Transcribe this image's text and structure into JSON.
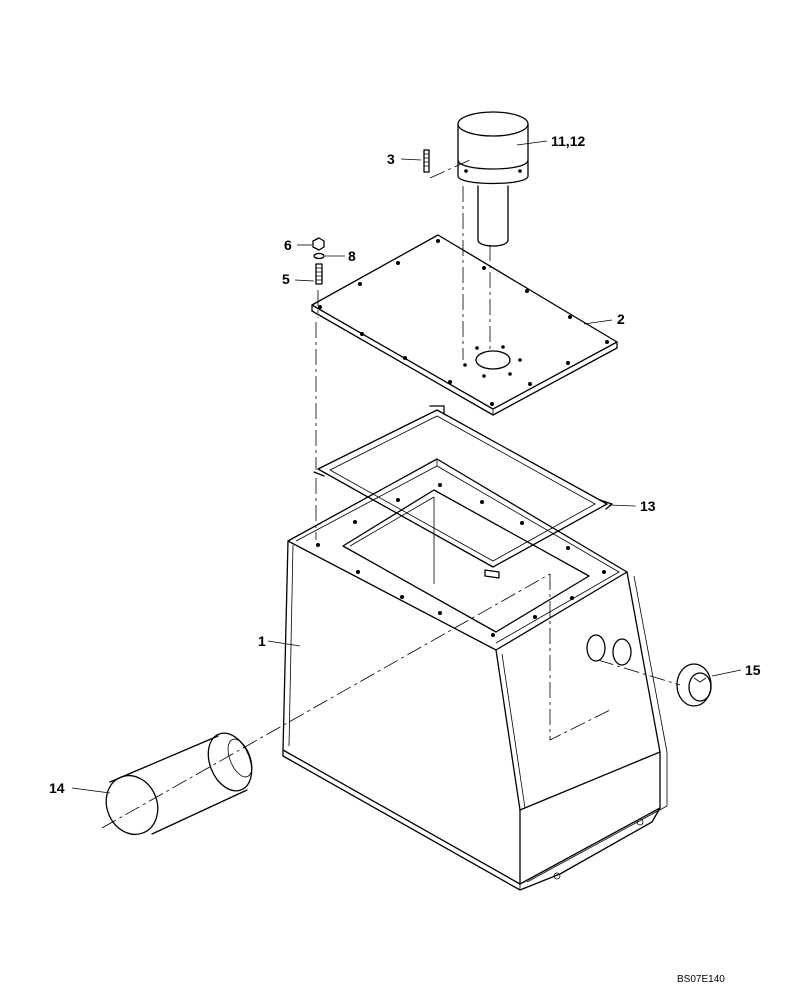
{
  "diagram": {
    "callouts": [
      {
        "id": "c1",
        "label": "1"
      },
      {
        "id": "c2",
        "label": "2"
      },
      {
        "id": "c3",
        "label": "3"
      },
      {
        "id": "c5",
        "label": "5"
      },
      {
        "id": "c6",
        "label": "6"
      },
      {
        "id": "c8",
        "label": "8"
      },
      {
        "id": "c11",
        "label": "11,12"
      },
      {
        "id": "c13",
        "label": "13"
      },
      {
        "id": "c14",
        "label": "14"
      },
      {
        "id": "c15",
        "label": "15"
      }
    ],
    "reference_code": "BS07E140"
  }
}
